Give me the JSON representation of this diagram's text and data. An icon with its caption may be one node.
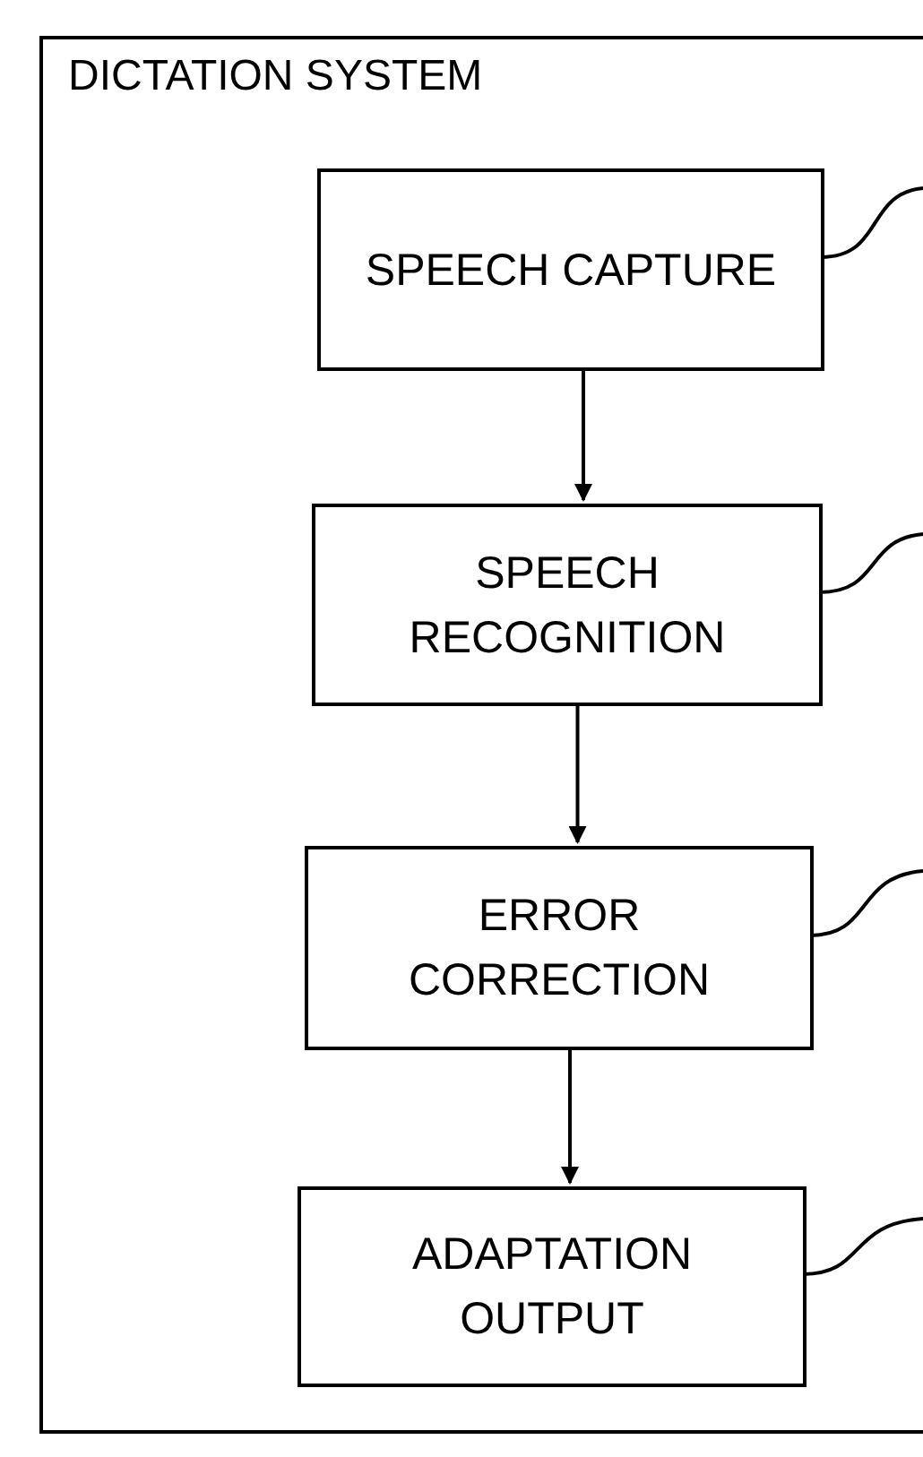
{
  "diagram": {
    "nodes": [
      {
        "text": [
          "DICTATION SYSTEM"
        ]
      },
      {
        "text": [
          "SPEECH CAPTURE"
        ],
        "in": 0
      },
      {
        "text": [
          "SPEECH RECOGNITION"
        ],
        "in": 0
      },
      {
        "text": [
          "ERROR CORRECTION"
        ],
        "in": 0
      },
      {
        "text": [
          "ADAPTATION OUTPUT"
        ],
        "in": 0
      }
    ],
    "edges": [
      {
        "from": 1,
        "to": 2,
        "arrow": "to"
      },
      {
        "from": 2,
        "to": 3,
        "arrow": "to"
      },
      {
        "from": 3,
        "to": 4,
        "arrow": "to"
      },
      {
        "from": 1,
        "to": null,
        "arrow": "none"
      },
      {
        "from": 2,
        "to": null,
        "arrow": "none"
      },
      {
        "from": 3,
        "to": null,
        "arrow": "none"
      },
      {
        "from": 4,
        "to": null,
        "arrow": "none"
      }
    ]
  }
}
